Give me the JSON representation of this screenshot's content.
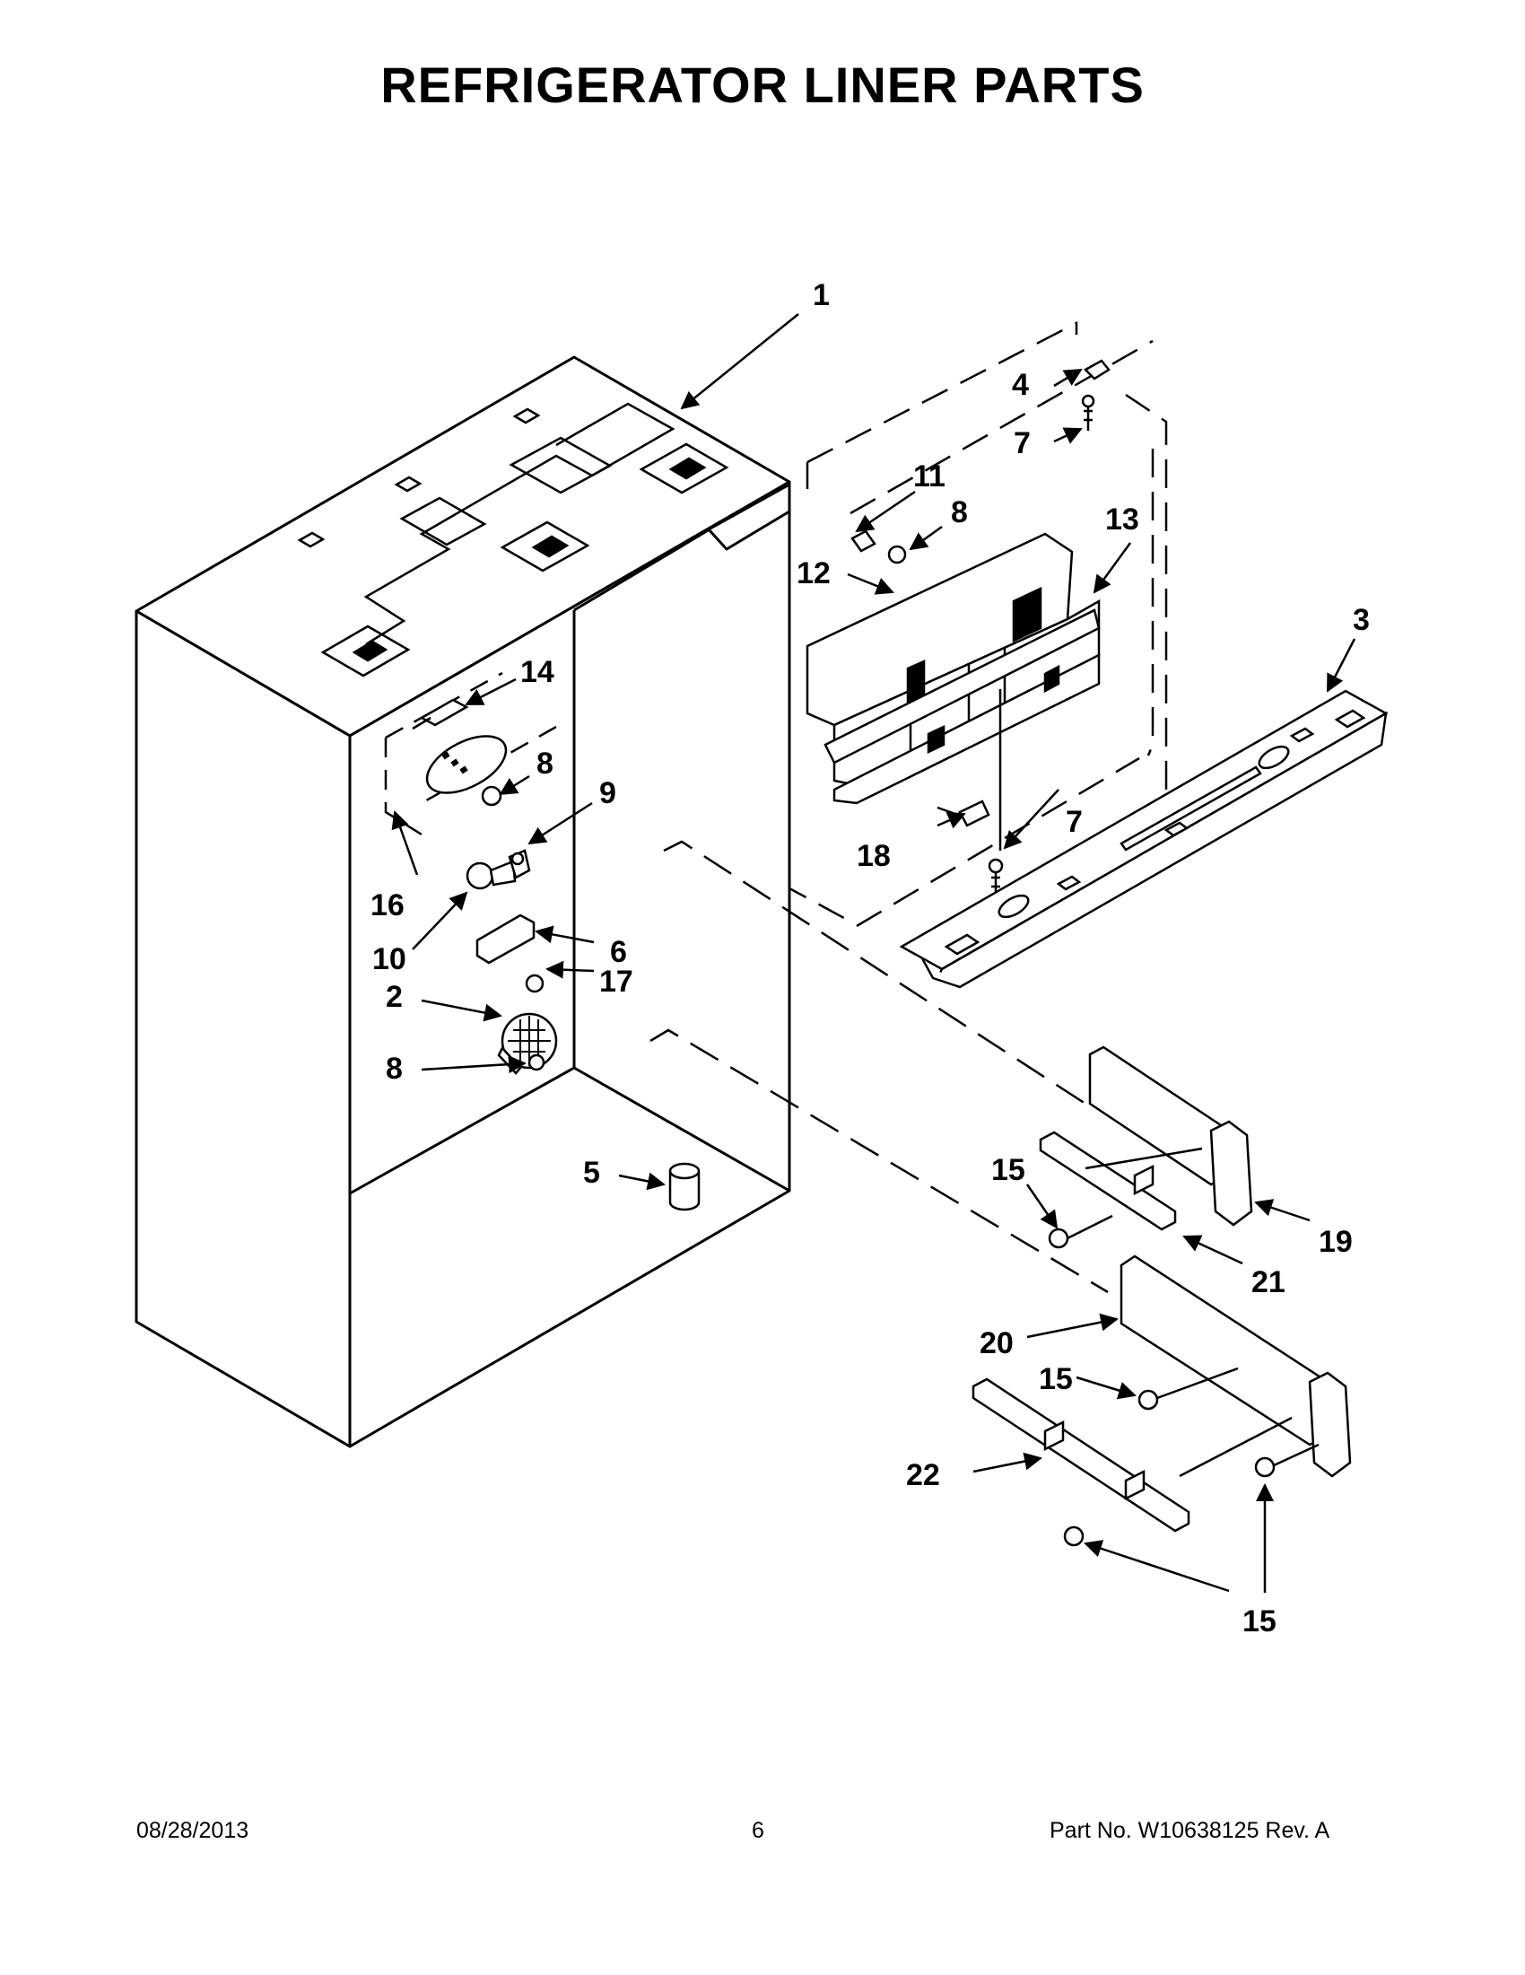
{
  "title": "REFRIGERATOR LINER PARTS",
  "callouts": {
    "c1": "1",
    "c2": "2",
    "c3": "3",
    "c4": "4",
    "c5": "5",
    "c6": "6",
    "c7a": "7",
    "c7b": "7",
    "c8a": "8",
    "c8b": "8",
    "c8c": "8",
    "c9": "9",
    "c10": "10",
    "c11": "11",
    "c12": "12",
    "c13": "13",
    "c14": "14",
    "c15a": "15",
    "c15b": "15",
    "c15c": "15",
    "c16": "16",
    "c17": "17",
    "c18": "18",
    "c19": "19",
    "c20": "20",
    "c21": "21",
    "c22": "22"
  },
  "footer": {
    "date": "08/28/2013",
    "page_number": "6",
    "part_number": "Part No.  W10638125  Rev.  A"
  }
}
